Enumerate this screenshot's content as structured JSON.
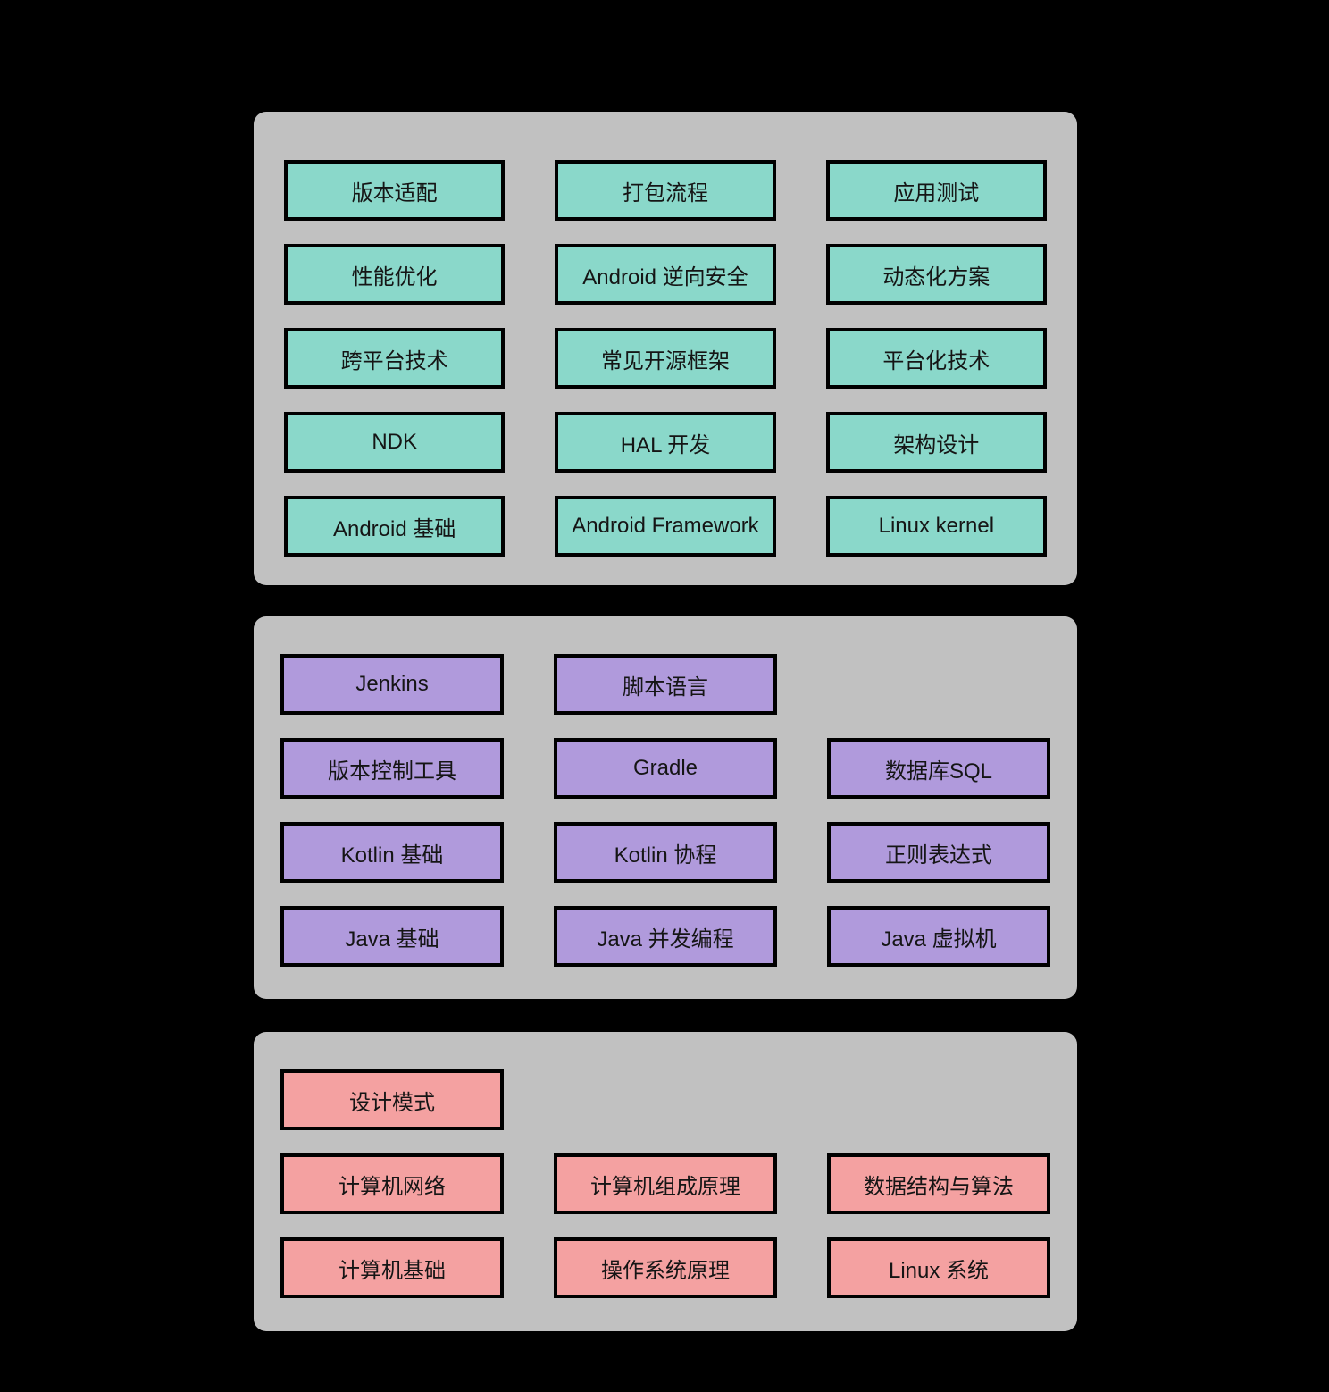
{
  "page": {
    "background": "#000000",
    "panel_background": "#c1c1c1",
    "border_color": "#000000",
    "text_color": "#151515"
  },
  "panels": [
    {
      "name": "android-advanced",
      "box_color": "#8ad8ca",
      "rows": [
        [
          "版本适配",
          "打包流程",
          "应用测试"
        ],
        [
          "性能优化",
          "Android 逆向安全",
          "动态化方案"
        ],
        [
          "跨平台技术",
          "常见开源框架",
          "平台化技术"
        ],
        [
          "NDK",
          "HAL 开发",
          "架构设计"
        ],
        [
          "Android 基础",
          "Android Framework",
          "Linux kernel"
        ]
      ]
    },
    {
      "name": "programming-languages-tools",
      "box_color": "#b09adc",
      "rows": [
        [
          "Jenkins",
          "脚本语言",
          null
        ],
        [
          "版本控制工具",
          "Gradle",
          "数据库SQL"
        ],
        [
          "Kotlin 基础",
          "Kotlin 协程",
          "正则表达式"
        ],
        [
          "Java 基础",
          "Java 并发编程",
          "Java 虚拟机"
        ]
      ]
    },
    {
      "name": "cs-foundation",
      "box_color": "#f4a1a1",
      "rows": [
        [
          "设计模式",
          null,
          null
        ],
        [
          "计算机网络",
          "计算机组成原理",
          "数据结构与算法"
        ],
        [
          "计算机基础",
          "操作系统原理",
          "Linux 系统"
        ]
      ]
    }
  ]
}
